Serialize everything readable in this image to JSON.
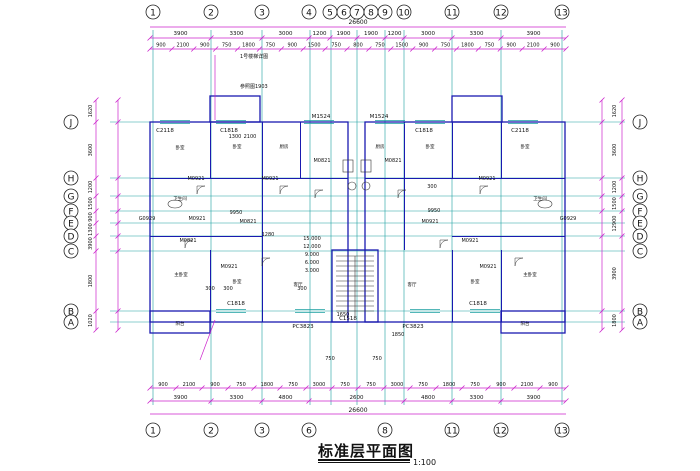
{
  "title": "标准层平面图",
  "scale": "1:100",
  "axes": {
    "col_top": [
      "1",
      "2",
      "3",
      "4",
      "5",
      "6",
      "7",
      "8",
      "9",
      "10",
      "11",
      "12",
      "13"
    ],
    "col_bottom": [
      "1",
      "2",
      "3",
      "6",
      "8",
      "11",
      "12",
      "13"
    ],
    "row": [
      "J",
      "H",
      "G",
      "F",
      "E",
      "D",
      "C",
      "B",
      "A"
    ]
  },
  "dims": {
    "top_total": "26600",
    "top_mid": [
      "3900",
      "3300",
      "3000",
      "1200",
      "1900",
      "1900",
      "1200",
      "3000",
      "3300",
      "3900"
    ],
    "top_fine": [
      "900",
      "2100",
      "900",
      "750",
      "1800",
      "750",
      "900",
      "1500",
      "750",
      "800",
      "750",
      "1500",
      "900",
      "750",
      "1800",
      "750",
      "900",
      "2100",
      "900"
    ],
    "bottom_fine": [
      "900",
      "2100",
      "900",
      "750",
      "1800",
      "750",
      "3000",
      "750",
      "750",
      "3000",
      "750",
      "1800",
      "750",
      "900",
      "2100",
      "900"
    ],
    "bottom_mid": [
      "3900",
      "3300",
      "4800",
      "2600",
      "4800",
      "3300",
      "3900"
    ],
    "bottom_total": "26600",
    "left_vert": [
      "1620",
      "3600",
      "1200",
      "1500",
      "900",
      "1300",
      "3900",
      "1800",
      "1020"
    ],
    "right_vert": [
      "1620",
      "3600",
      "1200",
      "1500",
      "12900",
      "3900",
      "1800"
    ]
  },
  "labels": {
    "windows": [
      "C2118",
      "C1818",
      "M1524",
      "M1524",
      "C1818",
      "C2118",
      "C1818",
      "C1818",
      "PC3823",
      "PC3823",
      "C1518"
    ],
    "doors": [
      "M0921",
      "M0921",
      "M0821",
      "M0821",
      "M0921",
      "M0921",
      "M0821",
      "M0821",
      "M0921",
      "M0921",
      "M0921",
      "M0921"
    ],
    "misc": [
      "1300",
      "2100",
      "9950",
      "1280",
      "15.000",
      "12.000",
      "9.000",
      "6.000",
      "3.000",
      "300",
      "300",
      "300",
      "1650",
      "1850",
      "750",
      "750",
      "G0929",
      "G0929",
      "9950",
      "300"
    ],
    "rooms": [
      "卧室",
      "卧室",
      "厨房",
      "厨房",
      "卧室",
      "卧室",
      "卫生间",
      "卫生间",
      "主卧室",
      "客厅",
      "客厅",
      "主卧室",
      "卧室",
      "卧室",
      "阳台",
      "阳台"
    ]
  },
  "notes": [
    "1号楼梯详图",
    "参照图1903"
  ],
  "colors": {
    "wall": "#1a1ab0",
    "axis": "#1a9fa0",
    "dim": "#cc22cc",
    "text": "#111111"
  }
}
